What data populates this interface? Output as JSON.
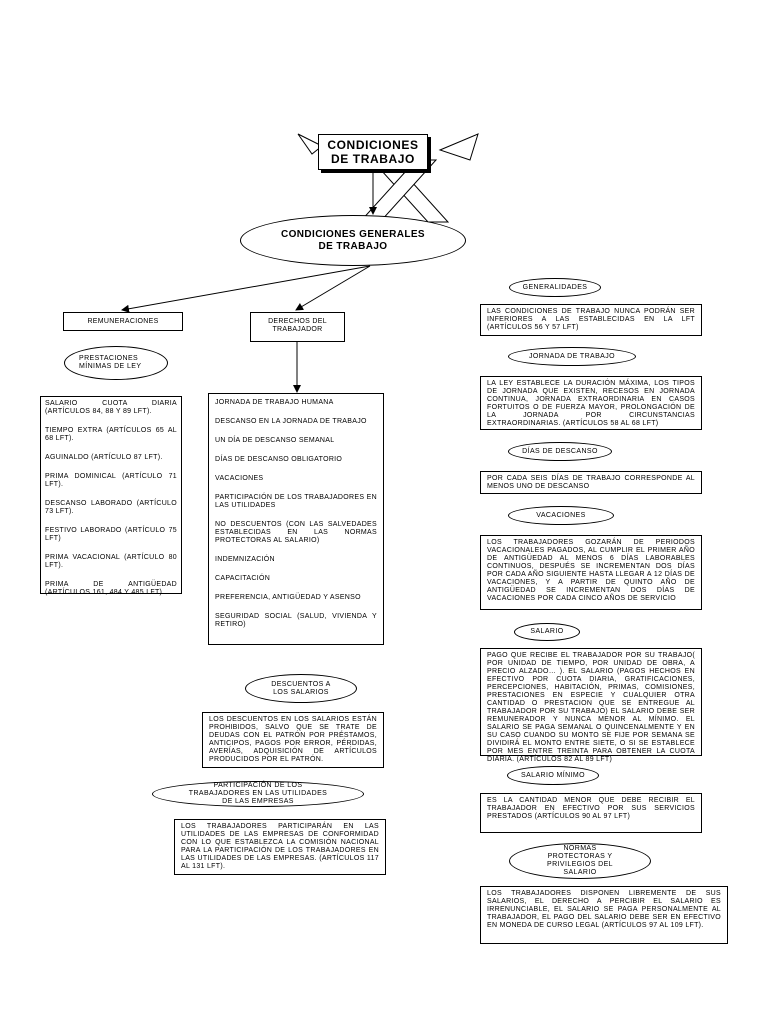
{
  "title": "CONDICIONES DE TRABAJO",
  "main_node": "CONDICIONES GENERALES DE TRABAJO",
  "remuneraciones": {
    "label": "REMUNERACIONES",
    "sub_label": "PRESTACIONES MÍNIMAS DE LEY",
    "items": [
      "SALARIO CUOTA DIARIA (ARTÍCULOS 84, 88 Y 89 LFT).",
      "TIEMPO EXTRA (ARTÍCULOS 65 AL 68 LFT).",
      "AGUINALDO (ARTÍCULO 87 LFT).",
      "PRIMA DOMINICAL (ARTÍCULO 71 LFT).",
      "DESCANSO LABORADO (ARTÍCULO 73 LFT).",
      "FESTIVO LABORADO (ARTÍCULO 75 LFT)",
      "PRIMA VACACIONAL (ARTÍCULO 80 LFT).",
      "PRIMA DE ANTIGÜEDAD (ARTÍCULOS 161, 484 Y 485 LFT)."
    ]
  },
  "derechos": {
    "label": "DERECHOS DEL TRABAJADOR",
    "items": [
      "JORNADA DE TRABAJO HUMANA",
      "DESCANSO EN LA JORNADA DE TRABAJO",
      "UN DÍA DE DESCANSO SEMANAL",
      "DÍAS DE DESCANSO OBLIGATORIO",
      "VACACIONES",
      "PARTICIPACIÓN DE LOS TRABAJADORES EN LAS UTILIDADES",
      "NO DESCUENTOS (CON LAS SALVEDADES ESTABLECIDAS EN LAS NORMAS PROTECTORAS AL SALARIO)",
      "INDEMNIZACIÓN",
      "CAPACITACIÓN",
      "PREFERENCIA, ANTIGÜEDAD Y ASENSO",
      "SEGURIDAD SOCIAL (SALUD, VIVIENDA Y RETIRO)"
    ]
  },
  "descuentos": {
    "label": "DESCUENTOS A LOS SALARIOS",
    "text": "LOS DESCUENTOS EN LOS SALARIOS ESTÁN PROHIBIDOS, SALVO QUE SE TRATE DE DEUDAS CON EL PATRÓN POR PRÉSTAMOS, ANTICIPOS, PAGOS POR ERROR, PÉRDIDAS, AVERÍAS, ADQUISICIÓN DE ARTÍCULOS PRODUCIDOS POR EL PATRÓN."
  },
  "participacion": {
    "label": "PARTICIPACIÓN DE LOS TRABAJADORES EN LAS UTILIDADES DE LAS EMPRESAS",
    "text": "LOS TRABAJADORES PARTICIPARÁN EN LAS UTILIDADES DE LAS EMPRESAS DE CONFORMIDAD CON LO QUE ESTABLEZCA LA COMISIÓN NACIONAL PARA LA PARTICIPACIÓN DE LOS TRABAJADORES EN LAS UTILIDADES DE LAS EMPRESAS. (ARTÍCULOS 117 AL 131 LFT)."
  },
  "right": [
    {
      "label": "GENERALIDADES",
      "text": "LAS CONDICIONES DE TRABAJO NUNCA PODRÁN SER INFERIORES A LAS ESTABLECIDAS EN LA LFT (ARTÍCULOS 56 Y 57 LFT)"
    },
    {
      "label": "JORNADA DE TRABAJO",
      "text": "LA LEY ESTABLECE LA DURACIÓN MÁXIMA, LOS TIPOS DE JORNADA QUE EXISTEN, RECESOS EN JORNADA CONTINUA, JORNADA EXTRAORDINARIA EN CASOS FORTUITOS O DE FUERZA MAYOR, PROLONGACIÓN DE LA JORNADA POR CIRCUNSTANCIAS EXTRAORDINARIAS. (ARTÍCULOS 58 AL 68 LFT)"
    },
    {
      "label": "DÍAS DE DESCANSO",
      "text": "POR CADA SEIS DÍAS DE TRABAJO CORRESPONDE AL MENOS UNO DE DESCANSO"
    },
    {
      "label": "VACACIONES",
      "text": "LOS TRABAJADORES GOZARÁN DE PERIODOS VACACIONALES PAGADOS, AL CUMPLIR EL PRIMER AÑO DE ANTIGÜEDAD AL MENOS 6 DÍAS LABORABLES CONTINUOS, DESPUÉS SE INCREMENTAN DOS DÍAS POR CADA AÑO SIGUIENTE HASTA LLEGAR A 12 DÍAS DE VACACIONES, Y A PARTIR DE QUINTO AÑO DE ANTIGÜEDAD SE INCREMENTAN DOS DÍAS DE VACACIONES POR CADA CINCO AÑOS DE SERVICIO"
    },
    {
      "label": "SALARIO",
      "text": "PAGO QUE RECIBE EL TRABAJADOR POR SU TRABAJO( POR UNIDAD DE TIEMPO, POR UNIDAD DE OBRA, A PRECIO ALZADO… ). EL SALARIO (PAGOS HECHOS EN EFECTIVO POR CUOTA DIARIA, GRATIFICACIONES, PERCEPCIONES, HABITACIÓN, PRIMAS, COMISIONES, PRESTACIONES EN ESPECIE Y CUALQUIER OTRA CANTIDAD O PRESTACION QUE SE ENTREGUE AL TRABAJADOR POR SU TRABAJO) EL SALARIO DEBE SER REMUNERADOR Y NUNCA MENOR AL MÍNIMO. EL SALARIO SE PAGA SEMANAL O QUINCENALMENTE Y EN SU CASO CUANDO SU MONTO SE FIJE POR SEMANA SE DIVIDIRÁ EL MONTO ENTRE SIETE, O SI SE ESTABLECE POR MES ENTRE TREINTA PARA OBTENER LA CUOTA DIARIA. (ARTÍCULOS 82 AL 89 LFT)"
    },
    {
      "label": "SALARIO MÍNIMO",
      "text": "ES LA CANTIDAD MENOR QUE DEBE RECIBIR EL TRABAJADOR EN EFECTIVO POR SUS SERVICIOS PRESTADOS (ARTÍCULOS 90 AL 97 LFT)"
    },
    {
      "label": "NORMAS PROTECTORAS Y PRIVILEGIOS DEL SALARIO",
      "text": "LOS TRABAJADORES DISPONEN LIBREMENTE DE SUS SALARIOS, EL DERECHO A PERCIBIR EL SALARIO ES IRRENUNCIABLE, EL SALARIO SE PAGA PERSONALMENTE AL TRABAJADOR, EL PAGO DEL SALARIO DEBE SER EN EFECTIVO EN MONEDA DE CURSO LEGAL (ARTÍCULOS 97 AL 109 LFT)."
    }
  ]
}
